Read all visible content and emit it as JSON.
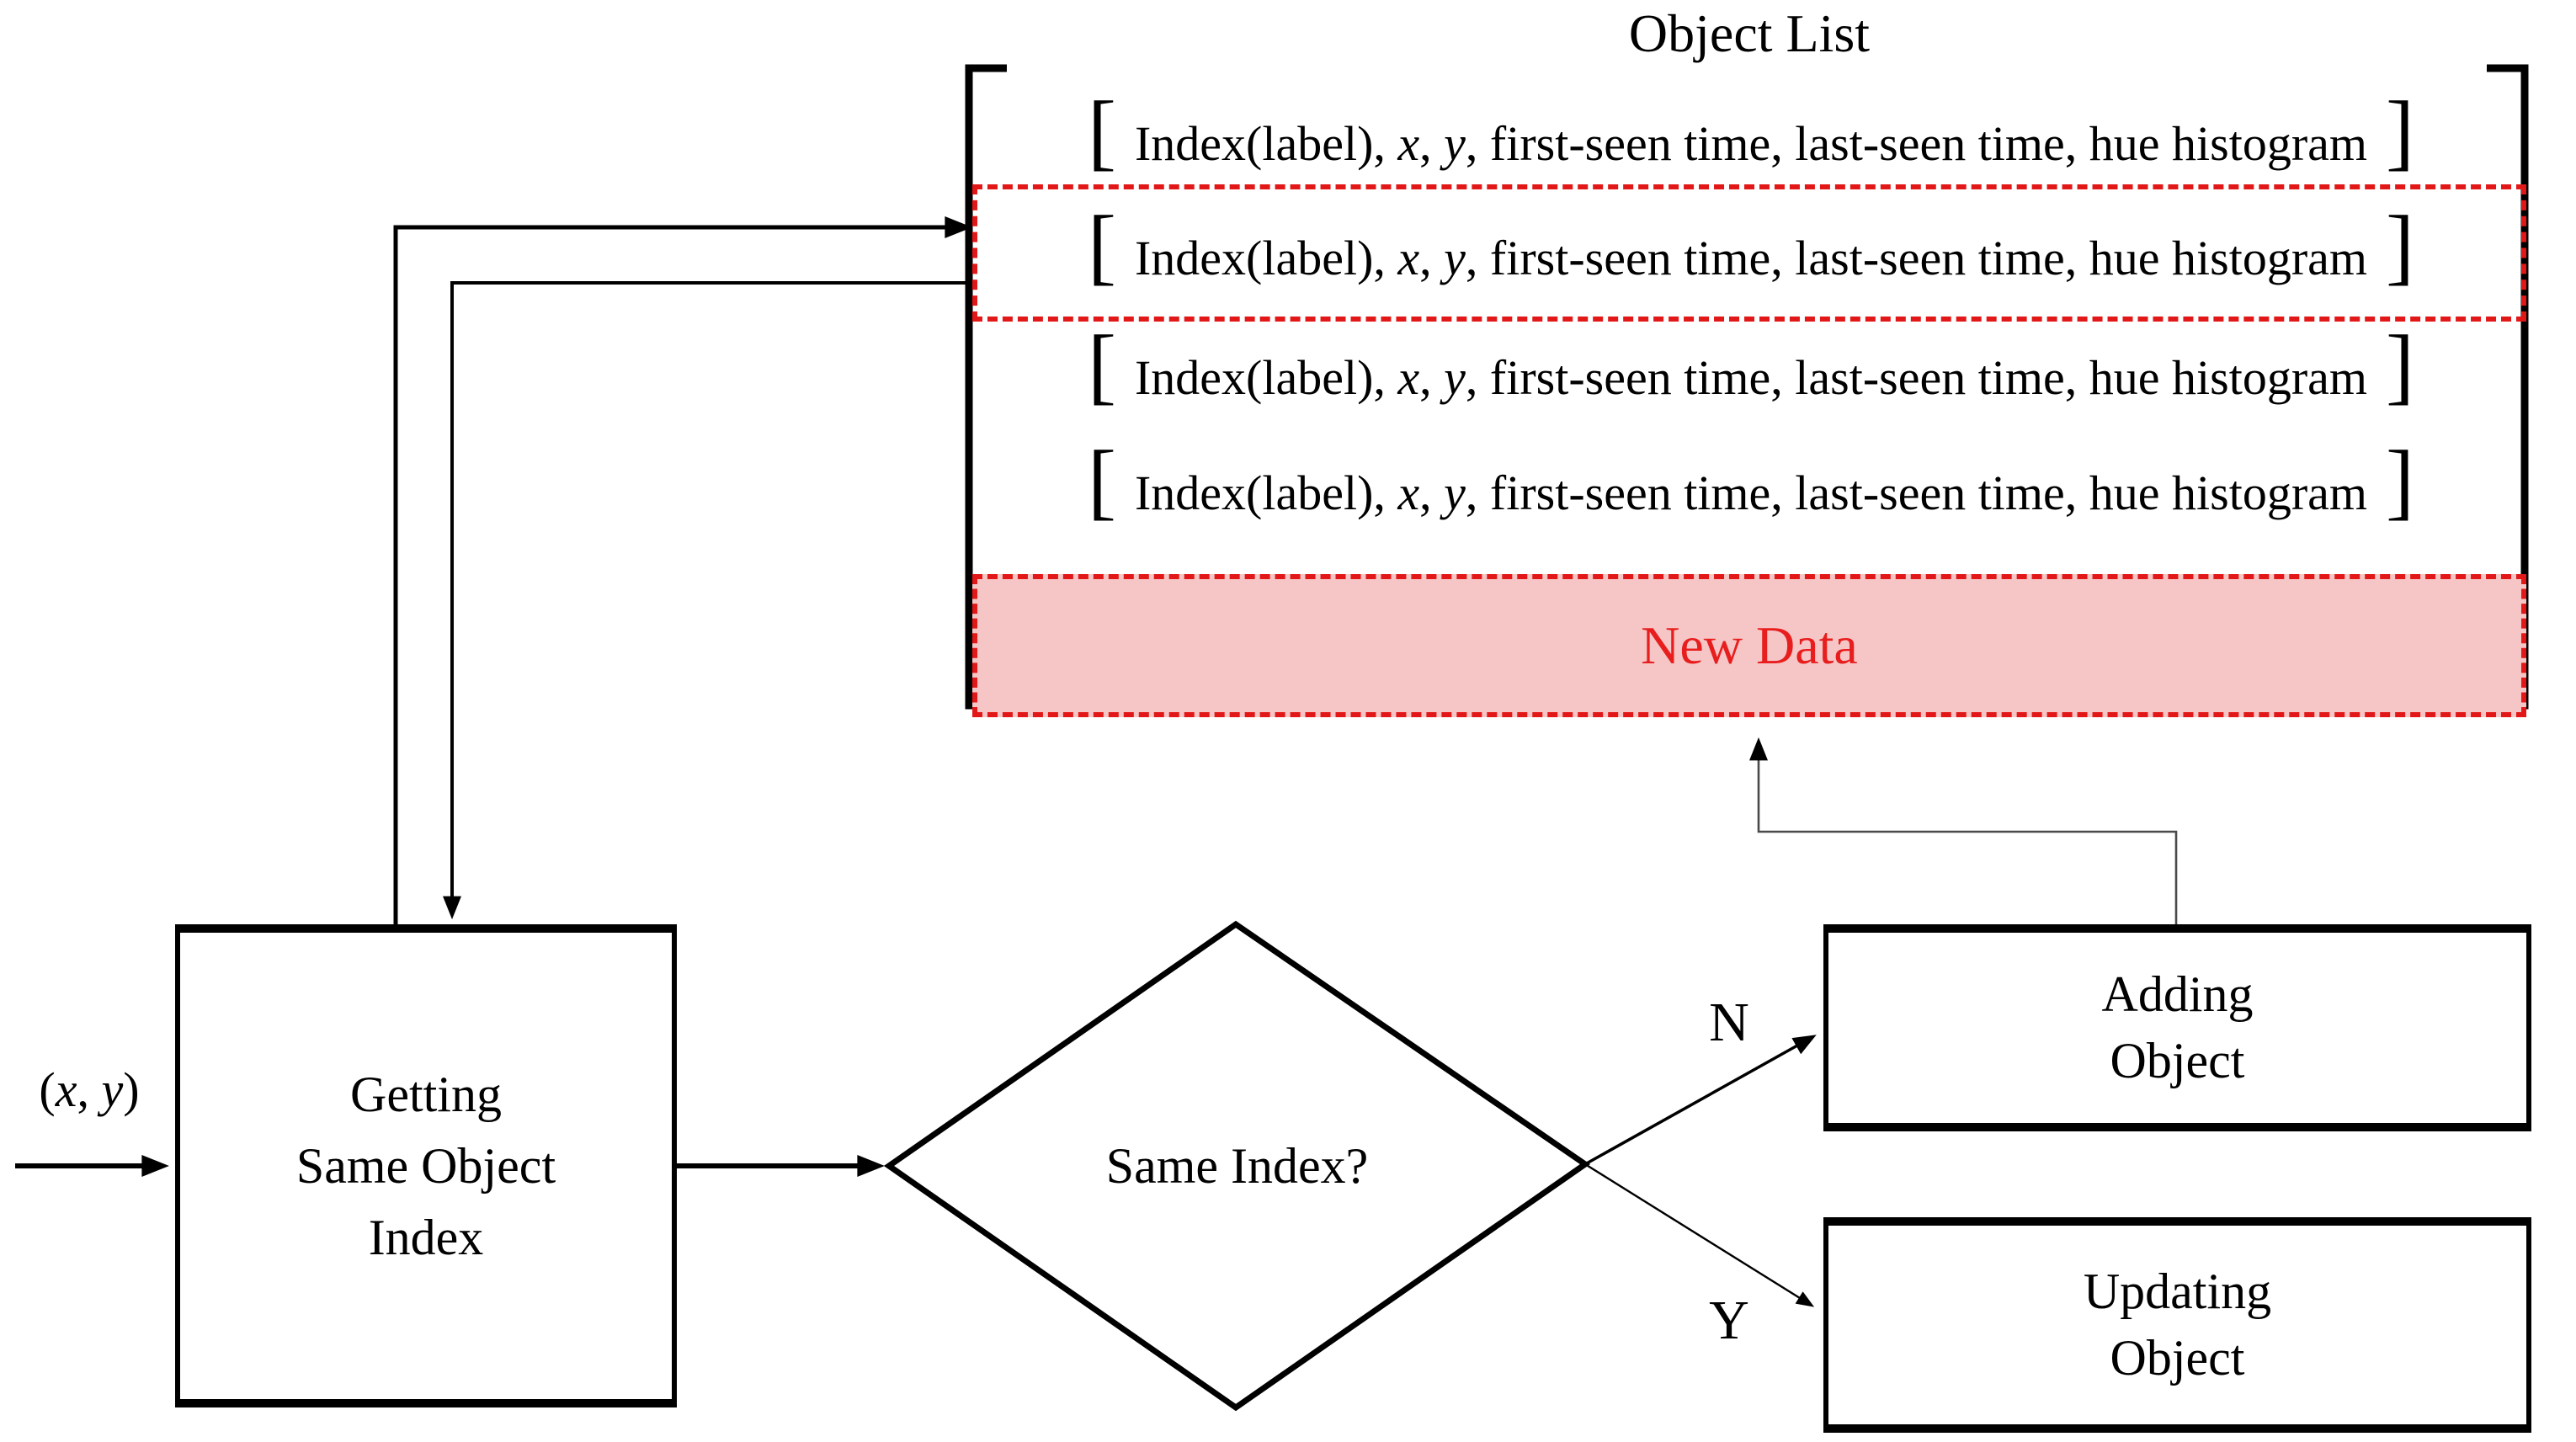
{
  "title": "Object List",
  "object_list": {
    "rows": [
      {
        "open": "[",
        "seg1": "Index(label), ",
        "x": "x",
        "sep": ", ",
        "y": "y",
        "seg2": ", first-seen time, last-seen time, hue histogram",
        "close": "]"
      },
      {
        "open": "[",
        "seg1": "Index(label), ",
        "x": "x",
        "sep": ", ",
        "y": "y",
        "seg2": ", first-seen time, last-seen time, hue histogram",
        "close": "]"
      },
      {
        "open": "[",
        "seg1": "Index(label), ",
        "x": "x",
        "sep": ", ",
        "y": "y",
        "seg2": ", first-seen time, last-seen time, hue histogram",
        "close": "]"
      },
      {
        "open": "[",
        "seg1": "Index(label), ",
        "x": "x",
        "sep": ", ",
        "y": "y",
        "seg2": ", first-seen time, last-seen time, hue histogram",
        "close": "]"
      }
    ],
    "new_data": "New Data"
  },
  "nodes": {
    "getting": {
      "line1": "Getting",
      "line2": "Same Object",
      "line3": "Index"
    },
    "decision": "Same Index?",
    "adding": {
      "line1": "Adding",
      "line2": "Object"
    },
    "updating": {
      "line1": "Updating",
      "line2": "Object"
    }
  },
  "labels": {
    "input_open": "(",
    "input_x": "x",
    "input_sep": ", ",
    "input_y": "y",
    "input_close": ")",
    "branch_no": "N",
    "branch_yes": "Y"
  },
  "colors": {
    "dash_red": "#e21717",
    "fill_pink": "#f6c6c6",
    "text_red": "#e81e1e",
    "line_black": "#000000",
    "line_gray": "#4a4a4a"
  }
}
